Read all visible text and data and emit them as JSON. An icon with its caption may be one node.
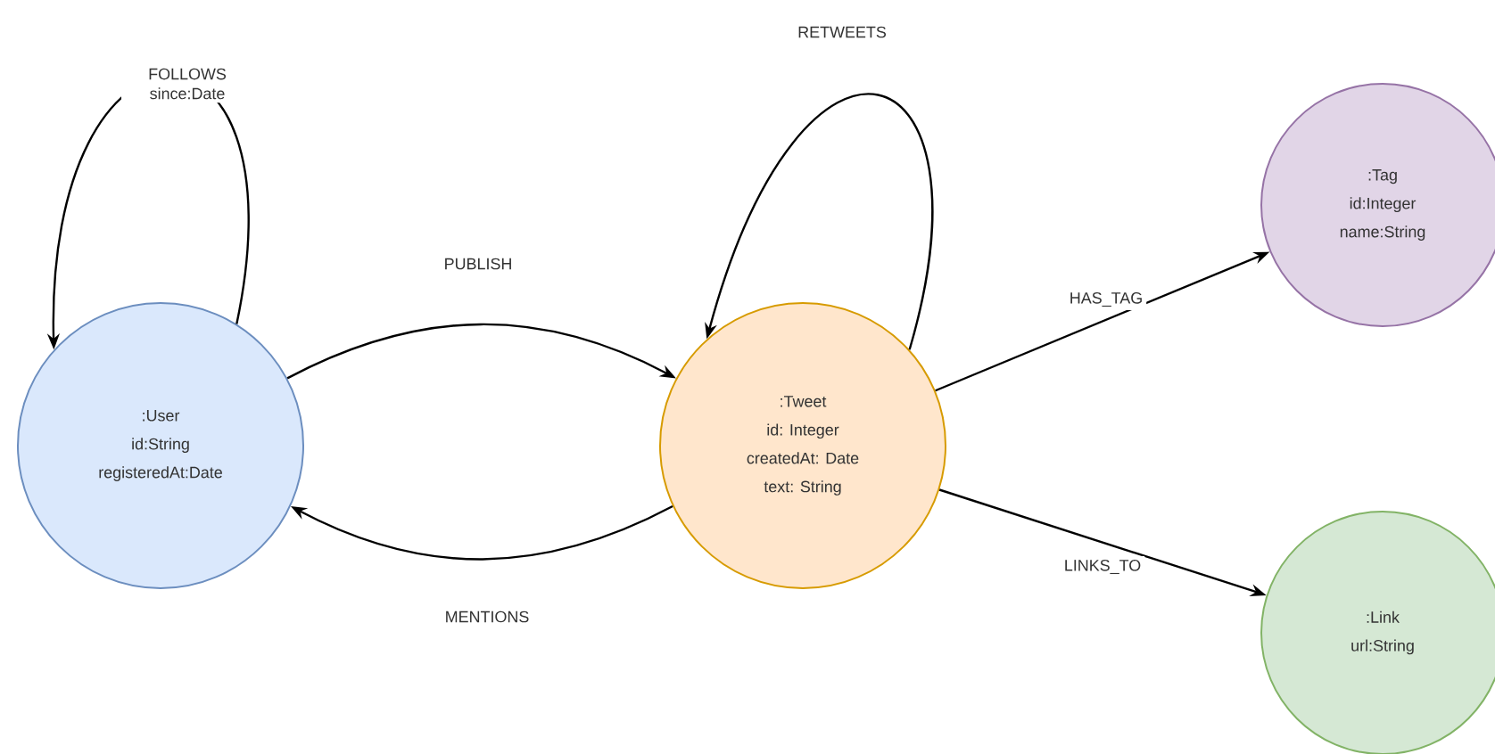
{
  "diagram": {
    "nodes": [
      {
        "text": [
          ":User",
          "id:String",
          "registeredAt:Date"
        ]
      },
      {
        "text": [
          ":Tweet",
          "id: Integer",
          "createdAt: Date",
          "text: String"
        ]
      },
      {
        "text": [
          ":Tag",
          "id:Integer",
          "name:String"
        ]
      },
      {
        "text": [
          ":Link",
          "url:String"
        ]
      }
    ],
    "edges": [
      {
        "from": 0,
        "to": 0,
        "arrow": "to",
        "label": "FOLLOWS since:Date"
      },
      {
        "from": 0,
        "to": 1,
        "arrow": "to",
        "label": "PUBLISH"
      },
      {
        "from": 1,
        "to": 1,
        "arrow": "to",
        "label": "RETWEETS"
      },
      {
        "from": 1,
        "to": 0,
        "arrow": "to",
        "label": "MENTIONS"
      },
      {
        "from": 1,
        "to": 2,
        "arrow": "to",
        "label": "HAS_TAG"
      },
      {
        "from": 1,
        "to": 3,
        "arrow": "to",
        "label": "LINKS_TO"
      }
    ]
  }
}
